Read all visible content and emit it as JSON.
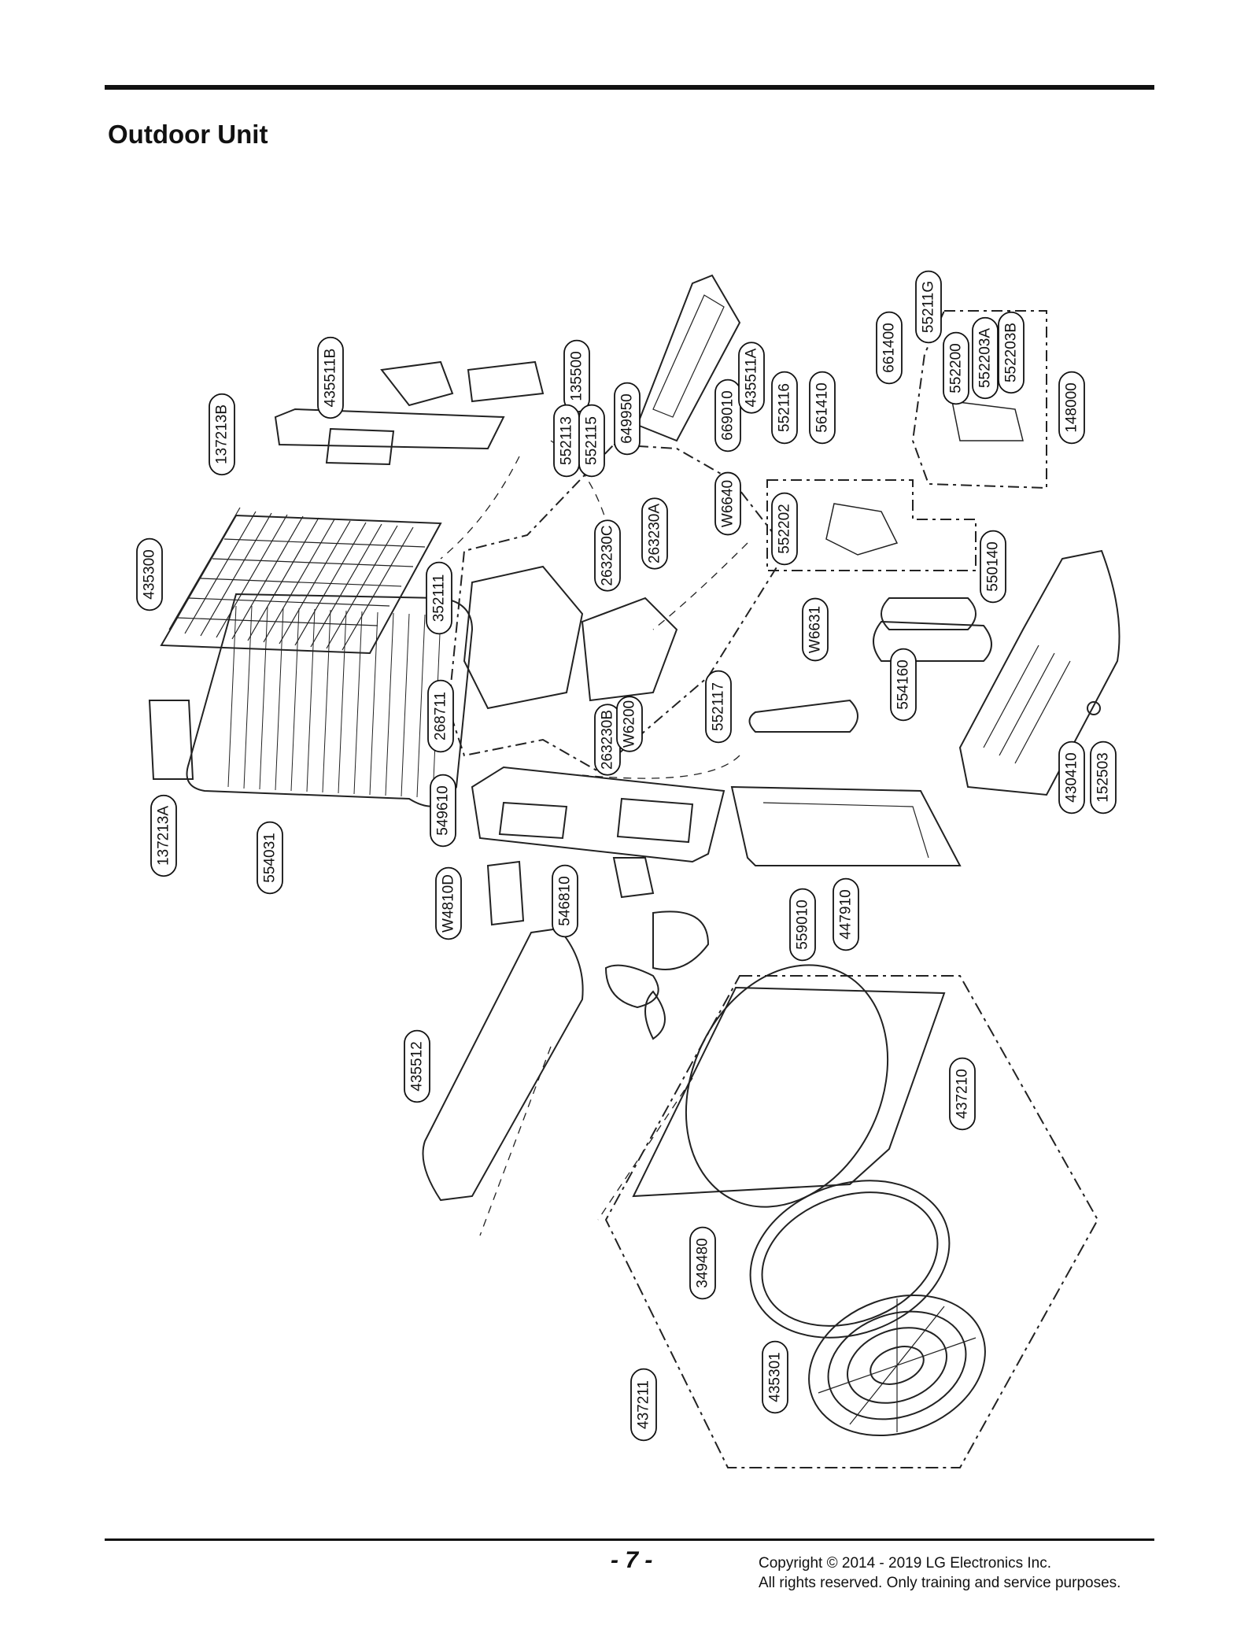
{
  "header": {
    "title": "Outdoor Unit"
  },
  "footer": {
    "page_number": "- 7 -",
    "copyright_line1": "Copyright © 2014 - 2019 LG Electronics Inc.",
    "copyright_line2": "All rights reserved. Only training and service purposes."
  },
  "part_labels": [
    "435511B",
    "135500",
    "137213B",
    "552113",
    "552115",
    "649950",
    "669010",
    "435511A",
    "552116",
    "561410",
    "661400",
    "55211G",
    "552200",
    "552203A",
    "552203B",
    "148000",
    "435300",
    "352111",
    "263230C",
    "263230A",
    "W6640",
    "552202",
    "550140",
    "W6631",
    "268711",
    "263230B",
    "W6200",
    "552117",
    "554160",
    "430410",
    "152503",
    "137213A",
    "554031",
    "549610",
    "W4810D",
    "546810",
    "559010",
    "447910",
    "435512",
    "437210",
    "349480",
    "437211",
    "435301"
  ]
}
